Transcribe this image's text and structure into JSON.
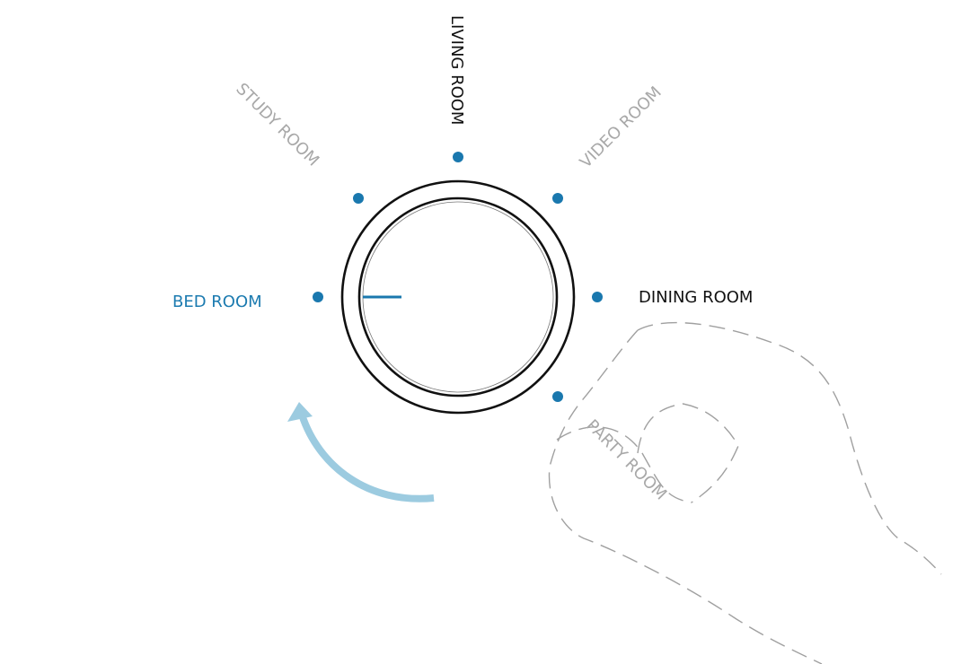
{
  "dial": {
    "selected": "BED ROOM",
    "positions": [
      {
        "key": "bed",
        "label": "BED ROOM",
        "state": "selected"
      },
      {
        "key": "study",
        "label": "STUDY ROOM",
        "state": "inactive"
      },
      {
        "key": "living",
        "label": "LIVING ROOM",
        "state": "highlighted"
      },
      {
        "key": "video",
        "label": "VIDEO ROOM",
        "state": "inactive"
      },
      {
        "key": "dining",
        "label": "DINING ROOM",
        "state": "highlighted"
      },
      {
        "key": "party",
        "label": "PARTY ROOM",
        "state": "inactive"
      }
    ]
  },
  "colors": {
    "accent": "#1a78ae",
    "active_text": "#1c7bb0",
    "highlight_text": "#111111",
    "inactive_text": "#a8a8a8",
    "arrow": "#9ccbe0",
    "hand_outline": "#a0a0a0",
    "knob_stroke": "#111111"
  },
  "icons": {
    "arrow": "rotate-counterclockwise-arrow-icon",
    "hand": "hand-outline-icon",
    "pointer": "dial-pointer-icon"
  }
}
